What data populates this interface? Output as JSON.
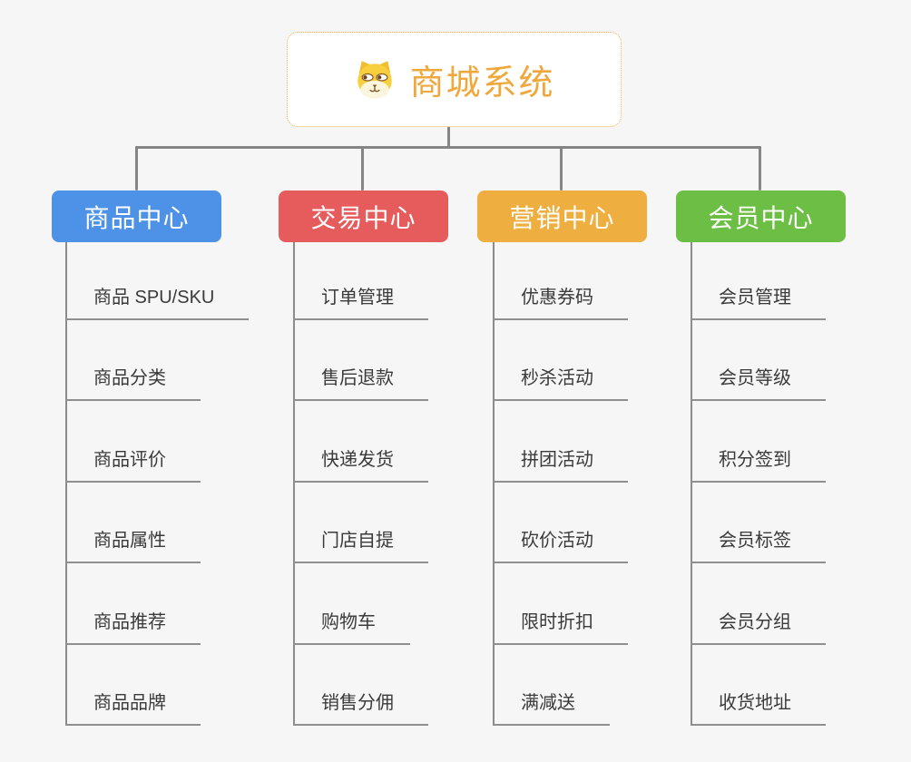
{
  "root": {
    "title": "商城系统",
    "icon": "dog-face-icon"
  },
  "branches": [
    {
      "id": "product-center",
      "label": "商品中心",
      "color": "#4d92e6",
      "children": [
        "商品 SPU/SKU",
        "商品分类",
        "商品评价",
        "商品属性",
        "商品推荐",
        "商品品牌"
      ]
    },
    {
      "id": "trade-center",
      "label": "交易中心",
      "color": "#e65b5b",
      "children": [
        "订单管理",
        "售后退款",
        "快递发货",
        "门店自提",
        "购物车",
        "销售分佣"
      ]
    },
    {
      "id": "marketing-center",
      "label": "营销中心",
      "color": "#eeaf40",
      "children": [
        "优惠券码",
        "秒杀活动",
        "拼团活动",
        "砍价活动",
        "限时折扣",
        "满减送"
      ]
    },
    {
      "id": "member-center",
      "label": "会员中心",
      "color": "#6cbe44",
      "children": [
        "会员管理",
        "会员等级",
        "积分签到",
        "会员标签",
        "会员分组",
        "收货地址"
      ]
    }
  ],
  "colors": {
    "background": "#f6f6f6",
    "connector": "#858585",
    "child_underline": "#8f8f8f",
    "child_text": "#3a3a3a",
    "root_accent": "#f0a73c",
    "root_border": "#f0ae4e"
  }
}
